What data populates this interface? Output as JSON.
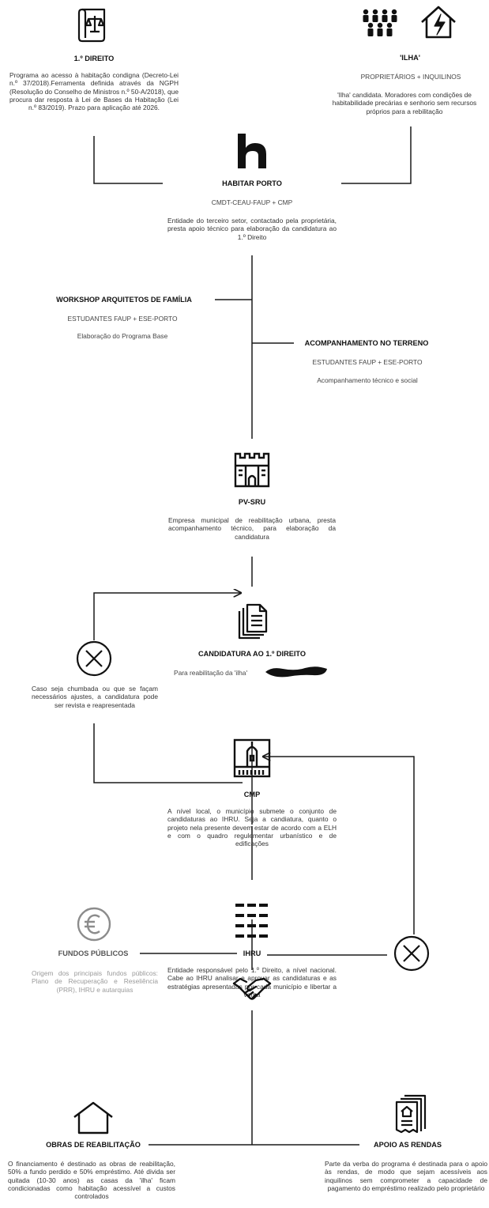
{
  "primeiro_direito": {
    "title": "1.º DIREITO",
    "description": "Programa ao acesso à habitação condigna (Decreto-Lei n.º 37/2018).Ferramenta definida através da NGPH (Resolução do Conselho de Ministros n.º 50-A/2018), que procura dar resposta à Lei de Bases da Habitação (Lei n.º 83/2019). Prazo para aplicação até 2026."
  },
  "ilha": {
    "title": "'ILHA'",
    "subtitle": "PROPRIETÁRIOS + INQUILINOS",
    "description": "'Ilha' candidata. Moradores com condições de habitabilidade precárias e senhorio sem recursos próprios para a rebilitação"
  },
  "habitar_porto": {
    "title": "HABITAR PORTO",
    "subtitle": "CMDT-CEAU-FAUP + CMP",
    "description": "Entidade do terceiro setor, contactado pela proprietária, presta apoio técnico para elaboração da candidatura ao 1.º Direito"
  },
  "workshop": {
    "title": "WORKSHOP ARQUITETOS DE FAMÍLIA",
    "subtitle": "ESTUDANTES FAUP + ESE-PORTO",
    "description": "Elaboração do Programa Base"
  },
  "acompanhamento": {
    "title": "ACOMPANHAMENTO NO TERRENO",
    "subtitle": "ESTUDANTES FAUP + ESE-PORTO",
    "description": "Acompanhamento técnico e social"
  },
  "pv_sru": {
    "title": "PV-SRU",
    "description": "Empresa municipal de reabilitação urbana, presta acompanhamento técnico, para elaboração da candidatura"
  },
  "candidatura": {
    "title": "CANDIDATURA AO 1.º DIREITO",
    "description": "Para reabilitação da 'ilha'"
  },
  "rejeicao": {
    "description": "Caso seja chumbada ou que se façam necessários ajustes, a candidatura pode ser revista e reapresentada"
  },
  "cmp": {
    "title": "CMP",
    "description": "A nível local, o município submete o conjunto de candidaturas ao IHRU. Seja a candiatura, quanto o projeto nela presente devem estar de acordo com a ELH e com o quadro regulementar urbanístico e de edificações"
  },
  "fundos": {
    "title": "FUNDOS PÚBLICOS",
    "description": "Origem dos principais fundos públicos: Plano de Recuperação e Reseliência (PRR), IHRU e autarquias"
  },
  "ihru": {
    "title": "IHRU",
    "description": "Entidade responsável pelo 1.º Direito, a nível nacional. Cabe ao IHRU analisar e aprovar as candidaturas e as estratégias apresentadas por cada município e libertar a verba"
  },
  "obras": {
    "title": "OBRAS DE REABILITAÇÃO",
    "description": "O financiamento é destinado as obras de reabilitação, 50% a fundo perdido e 50% empréstimo. Até divida ser quitada (10-30 anos) as casas da 'ilha' ficam condicionadas como habitação acessível a custos controlados"
  },
  "apoio": {
    "title": "APOIO AS RENDAS",
    "description": "Parte da verba do programa é destinada para o apoio às rendas, de modo que sejam acessíveis aos inquilinos sem comprometer a capacidade de pagamento do empréstimo realizado pelo proprietário"
  },
  "icons": [
    "scroll-scale-icon",
    "people-icon",
    "house-lightning-icon",
    "habitar-porto-logo",
    "castle-icon",
    "documents-icon",
    "rejected-icon",
    "city-hall-icon",
    "euro-icon",
    "ihru-logo",
    "handshake-icon",
    "house-icon",
    "receipt-icon"
  ],
  "colors": {
    "line": "#1a1a1a",
    "muted": "#9a9a9a"
  }
}
